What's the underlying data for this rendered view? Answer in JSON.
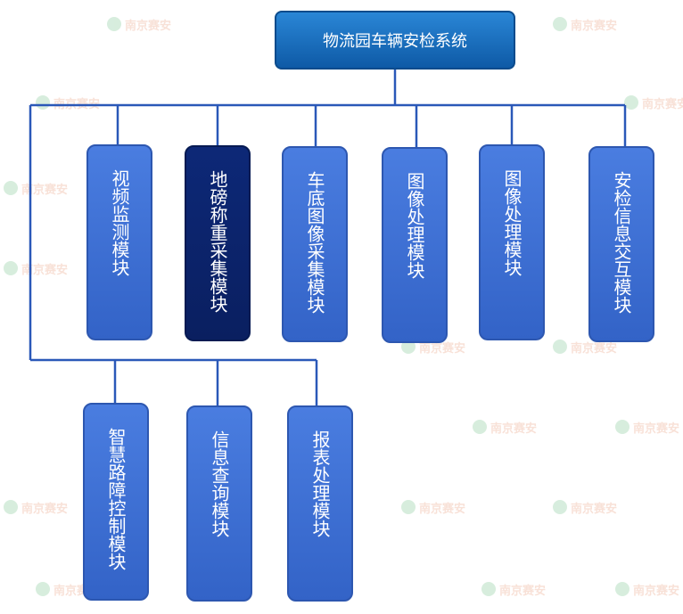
{
  "watermark": "南京赛安",
  "diagram": {
    "root": "物流园车辆安检系统",
    "modules_row1": [
      "视频监测模块",
      "地磅称重采集模块",
      "车底图像采集模块",
      "图像处理模块",
      "图像处理模块",
      "安检信息交互模块"
    ],
    "modules_row2": [
      "智慧路障控制模块",
      "信息查询模块",
      "报表处理模块"
    ]
  },
  "colors": {
    "root_fill": "#1a70c2",
    "module_fill": "#3f6fd8",
    "highlight_fill": "#0b2369",
    "connector": "#2a58b8"
  }
}
